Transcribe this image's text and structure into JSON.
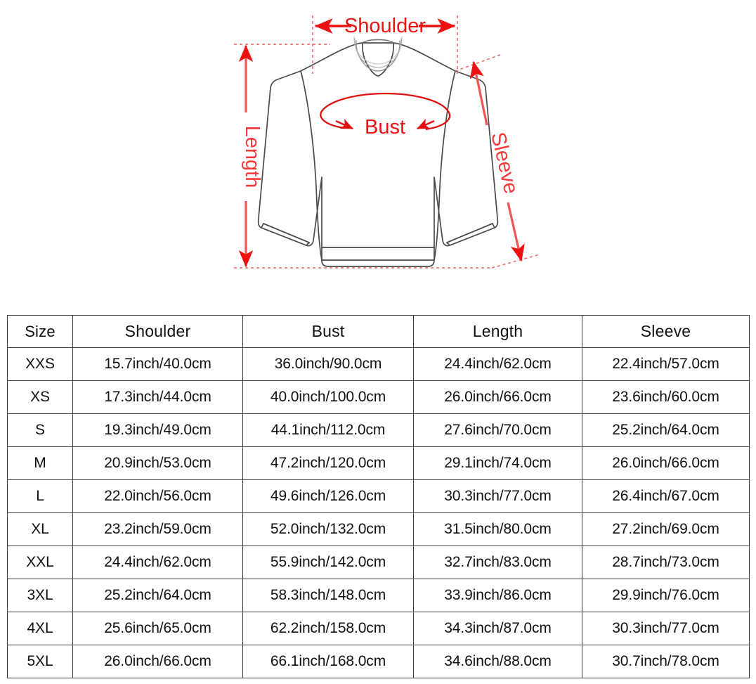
{
  "diagram": {
    "labels": {
      "shoulder": "Shoulder",
      "bust": "Bust",
      "length": "Length",
      "sleeve": "Sleeve"
    },
    "colors": {
      "measure_red": "#ee1111",
      "guide_red": "#f06060",
      "garment_outline": "#4a4a4a"
    },
    "garment": "long-sleeve-crewneck-sweatshirt"
  },
  "table": {
    "columns": [
      "Size",
      "Shoulder",
      "Bust",
      "Length",
      "Sleeve"
    ],
    "rows": [
      {
        "size": "XXS",
        "shoulder": "15.7inch/40.0cm",
        "bust": "36.0inch/90.0cm",
        "length": "24.4inch/62.0cm",
        "sleeve": "22.4inch/57.0cm"
      },
      {
        "size": "XS",
        "shoulder": "17.3inch/44.0cm",
        "bust": "40.0inch/100.0cm",
        "length": "26.0inch/66.0cm",
        "sleeve": "23.6inch/60.0cm"
      },
      {
        "size": "S",
        "shoulder": "19.3inch/49.0cm",
        "bust": "44.1inch/112.0cm",
        "length": "27.6inch/70.0cm",
        "sleeve": "25.2inch/64.0cm"
      },
      {
        "size": "M",
        "shoulder": "20.9inch/53.0cm",
        "bust": "47.2inch/120.0cm",
        "length": "29.1inch/74.0cm",
        "sleeve": "26.0inch/66.0cm"
      },
      {
        "size": "L",
        "shoulder": "22.0inch/56.0cm",
        "bust": "49.6inch/126.0cm",
        "length": "30.3inch/77.0cm",
        "sleeve": "26.4inch/67.0cm"
      },
      {
        "size": "XL",
        "shoulder": "23.2inch/59.0cm",
        "bust": "52.0inch/132.0cm",
        "length": "31.5inch/80.0cm",
        "sleeve": "27.2inch/69.0cm"
      },
      {
        "size": "XXL",
        "shoulder": "24.4inch/62.0cm",
        "bust": "55.9inch/142.0cm",
        "length": "32.7inch/83.0cm",
        "sleeve": "28.7inch/73.0cm"
      },
      {
        "size": "3XL",
        "shoulder": "25.2inch/64.0cm",
        "bust": "58.3inch/148.0cm",
        "length": "33.9inch/86.0cm",
        "sleeve": "29.9inch/76.0cm"
      },
      {
        "size": "4XL",
        "shoulder": "25.6inch/65.0cm",
        "bust": "62.2inch/158.0cm",
        "length": "34.3inch/87.0cm",
        "sleeve": "30.3inch/77.0cm"
      },
      {
        "size": "5XL",
        "shoulder": "26.0inch/66.0cm",
        "bust": "66.1inch/168.0cm",
        "length": "34.6inch/88.0cm",
        "sleeve": "30.7inch/78.0cm"
      }
    ]
  }
}
